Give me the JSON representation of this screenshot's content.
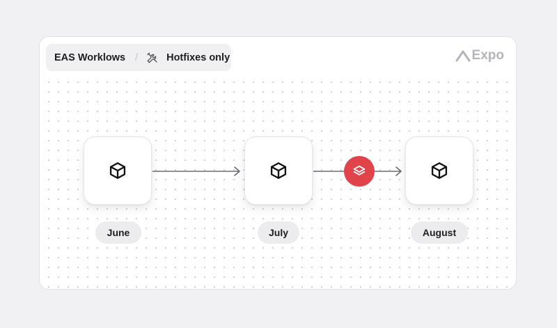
{
  "breadcrumb": {
    "workflow": "EAS Worklows",
    "separator": "/",
    "filter_icon": "tools-icon",
    "filter": "Hotfixes only"
  },
  "brand": {
    "name": "Expo",
    "icon": "expo-chevron-icon"
  },
  "timeline": [
    {
      "label": "June",
      "icon": "package-icon"
    },
    {
      "label": "July",
      "icon": "package-icon"
    },
    {
      "label": "August",
      "icon": "package-icon"
    }
  ],
  "hotfix_marker": {
    "icon": "layers-icon",
    "color": "#e0434a"
  }
}
